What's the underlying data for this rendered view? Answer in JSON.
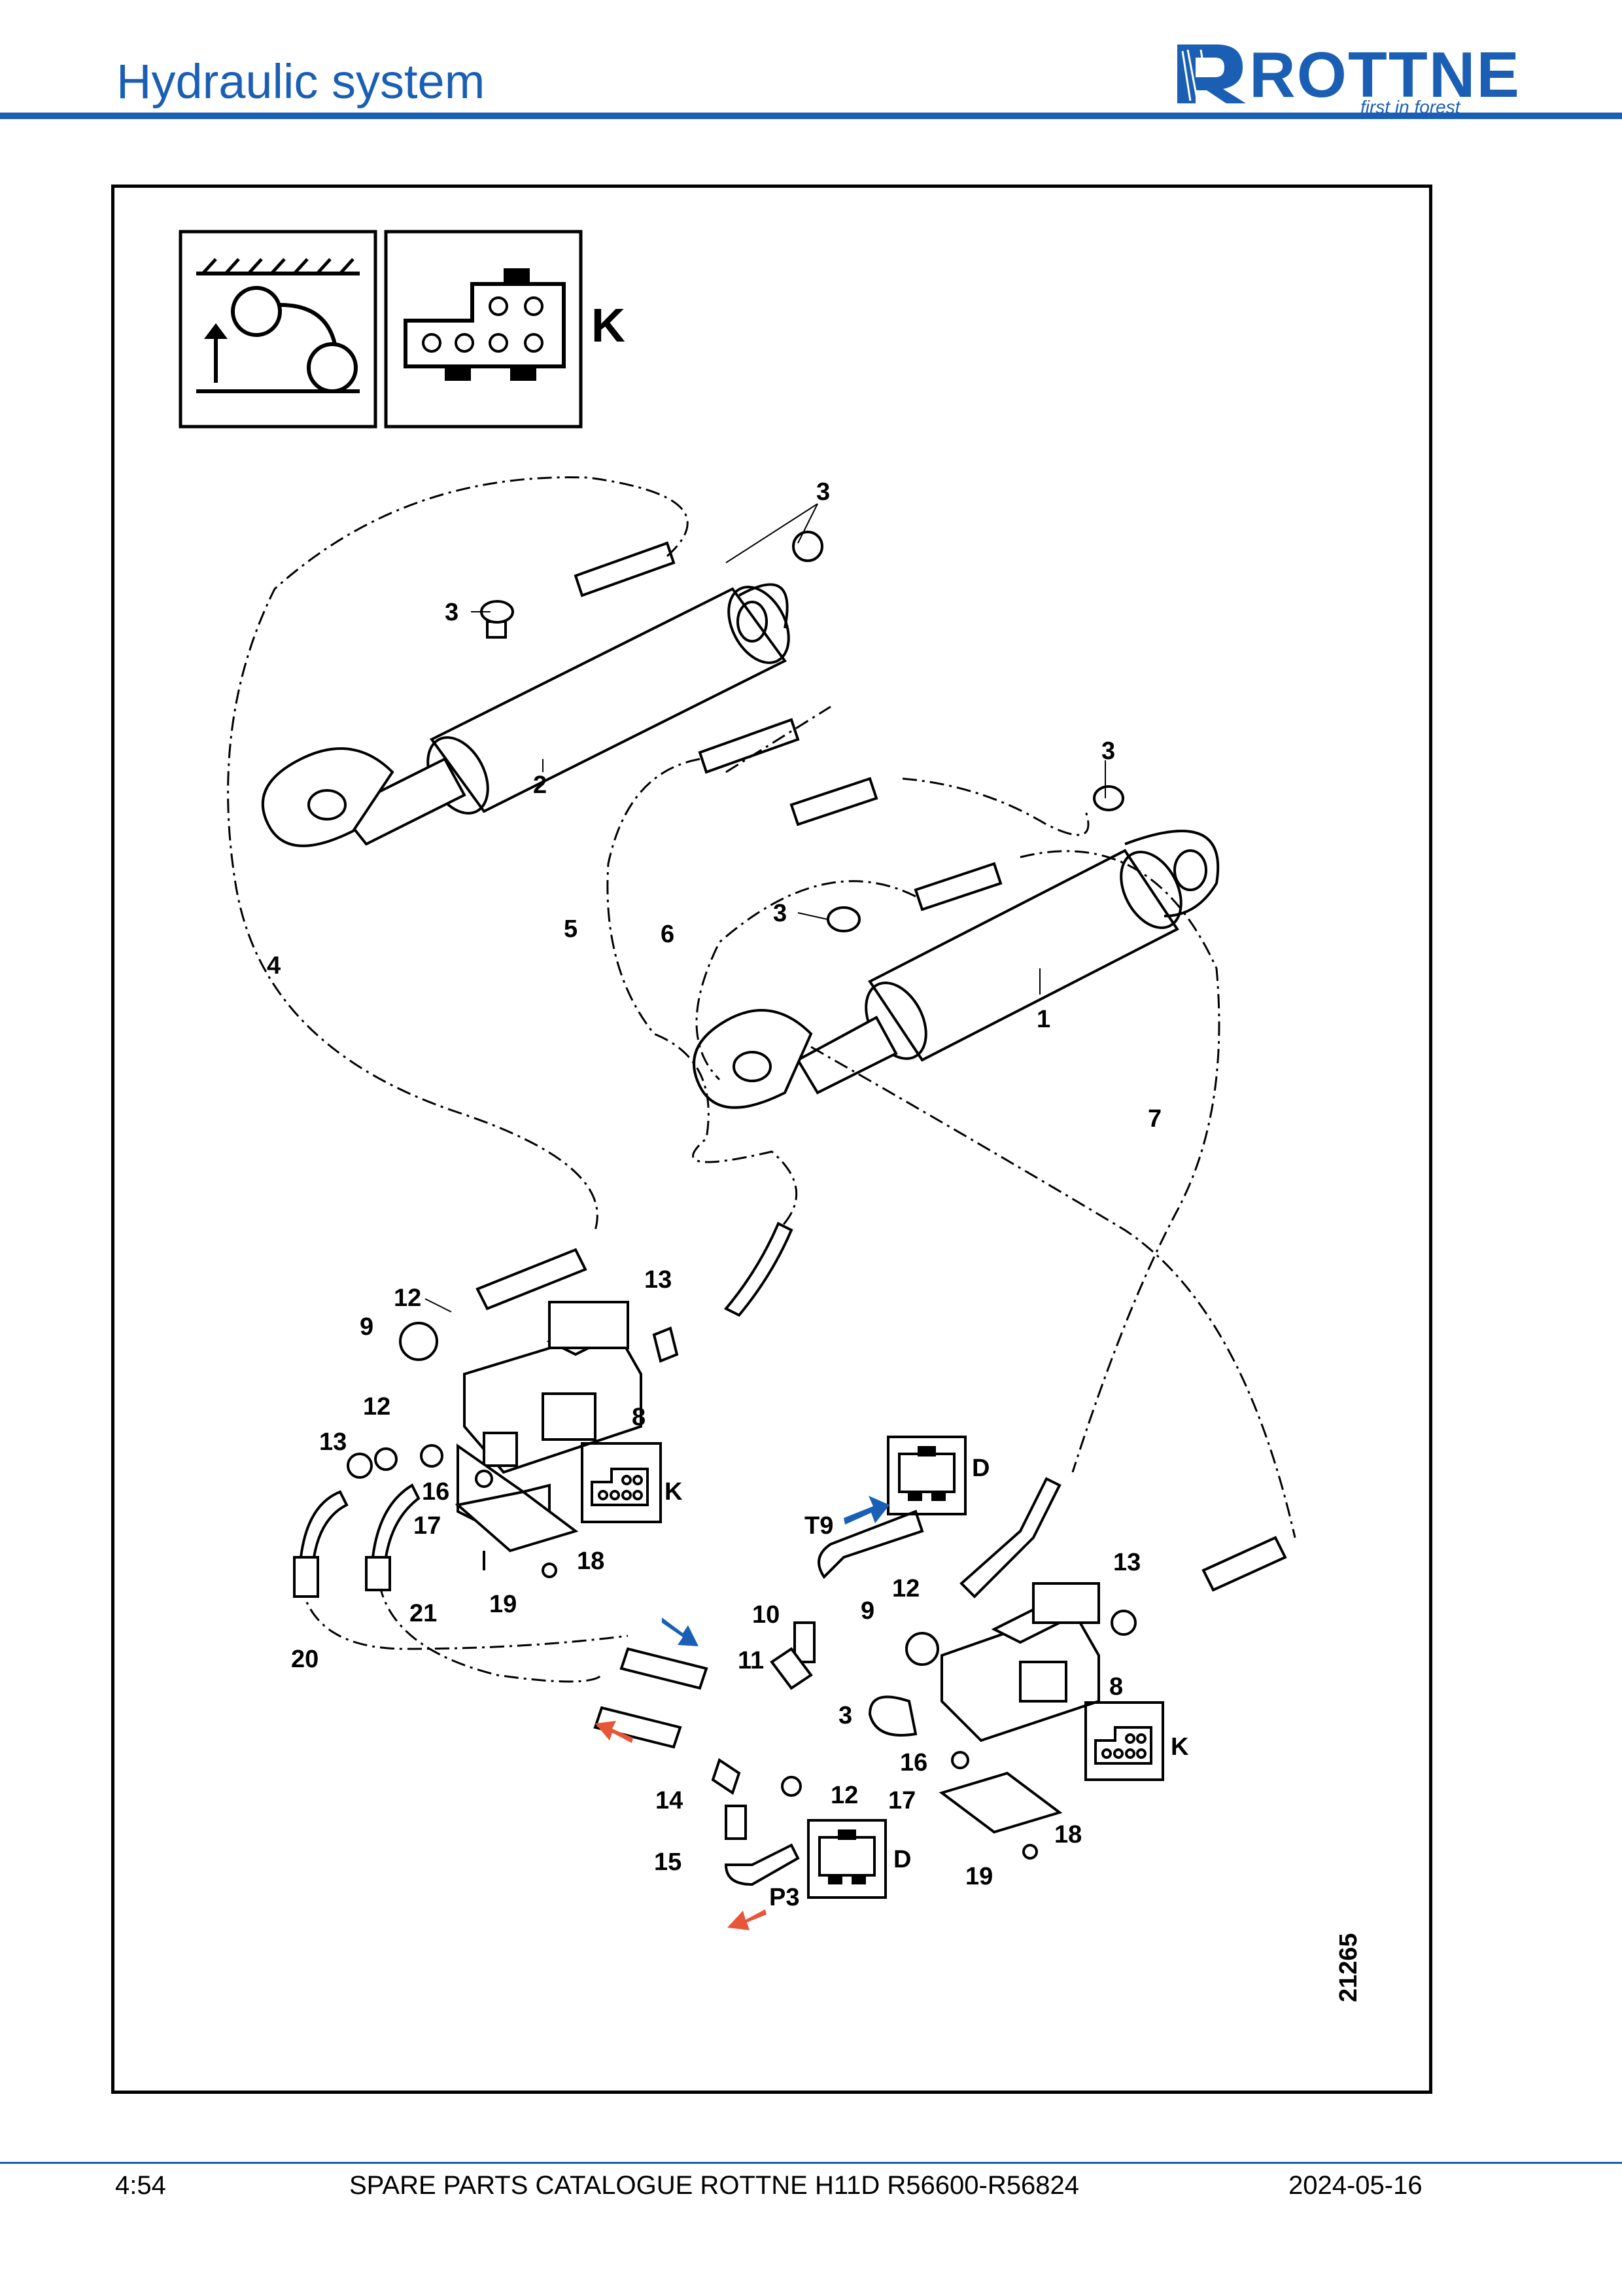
{
  "header": {
    "title": "Hydraulic system",
    "brand": "ROTTNE",
    "tagline": "first in forest",
    "accent_color": "#1a5fb4"
  },
  "legend": {
    "symbol_a_icon": "boom-lift-arrow-icon",
    "symbol_b_icon": "connector-block-icon",
    "symbol_b_label": "K"
  },
  "callouts": {
    "c1": "1",
    "c2": "2",
    "c3": "3",
    "c4": "4",
    "c5": "5",
    "c6": "6",
    "c7": "7",
    "c8": "8",
    "c9": "9",
    "c10": "10",
    "c11": "11",
    "c12": "12",
    "c13": "13",
    "c14": "14",
    "c15": "15",
    "c16": "16",
    "c17": "17",
    "c18": "18",
    "c19": "19",
    "c20": "20",
    "c21": "21",
    "t9": "T9",
    "p3": "P3",
    "k": "K",
    "d": "D"
  },
  "figure_number": "21265",
  "footer": {
    "page": "4:54",
    "catalogue": "SPARE PARTS CATALOGUE ROTTNE H11D R56600-R56824",
    "date": "2024-05-16"
  }
}
